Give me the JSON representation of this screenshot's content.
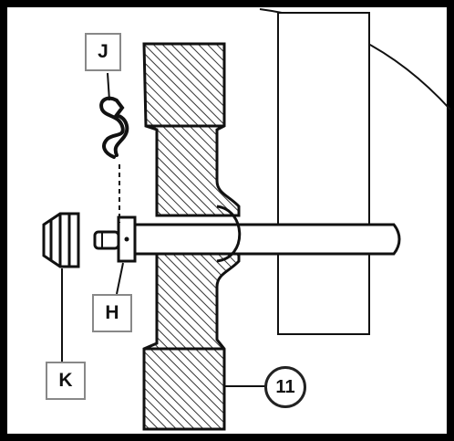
{
  "labels": {
    "j": "J",
    "h": "H",
    "k": "K",
    "part_number": "11"
  },
  "colors": {
    "frame": "#000000",
    "label_border": "#888888",
    "stroke": "#111111",
    "hatch": "#333333",
    "background": "#ffffff"
  }
}
